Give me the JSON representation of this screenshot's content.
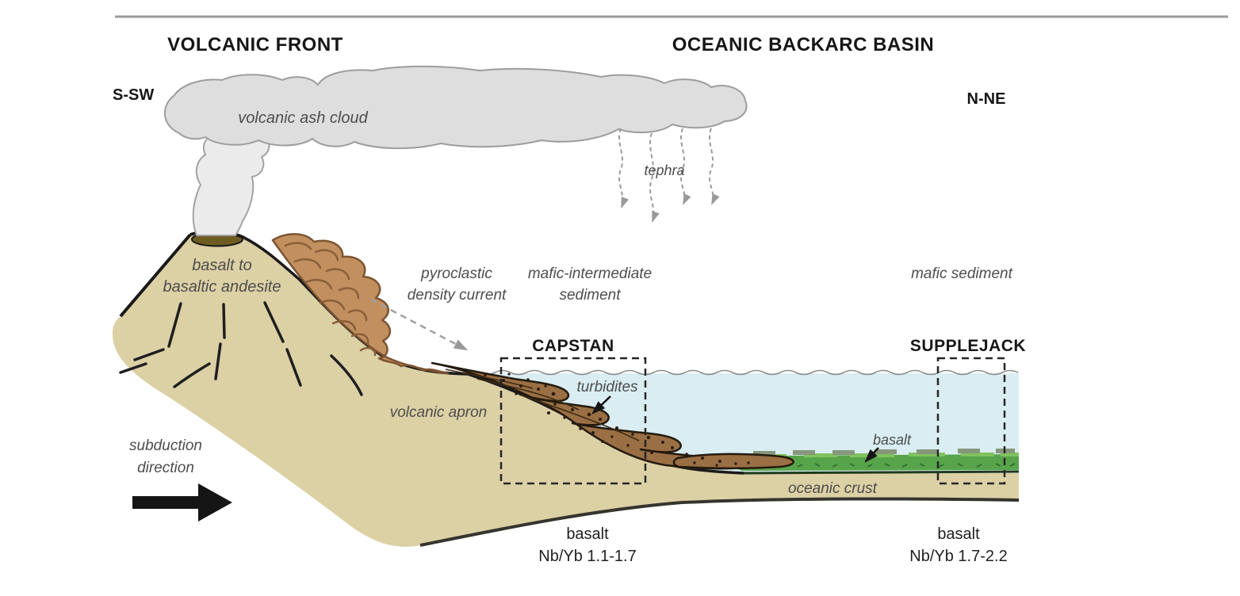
{
  "header": {
    "left_title": "VOLCANIC FRONT",
    "right_title": "OCEANIC BACKARC BASIN",
    "left_compass": "S-SW",
    "right_compass": "N-NE"
  },
  "atmosphere": {
    "ash_cloud_label": "volcanic ash cloud",
    "tephra_label": "tephra"
  },
  "volcano": {
    "composition_line1": "basalt to",
    "composition_line2": "basaltic andesite"
  },
  "labels": {
    "pyroclastic_line1": "pyroclastic",
    "pyroclastic_line2": "density current",
    "mafic_intermediate_line1": "mafic-intermediate",
    "mafic_intermediate_line2": "sediment",
    "mafic_sediment": "mafic sediment",
    "turbidites": "turbidites",
    "volcanic_apron": "volcanic apron",
    "subduction_line1": "subduction",
    "subduction_line2": "direction",
    "basalt_flow": "basalt",
    "oceanic_crust": "oceanic crust"
  },
  "sites": {
    "capstan": {
      "name": "CAPSTAN",
      "rock": "basalt",
      "ratio": "Nb/Yb 1.1-1.7"
    },
    "supplejack": {
      "name": "SUPPLEJACK",
      "rock": "basalt",
      "ratio": "Nb/Yb 1.7-2.2"
    }
  },
  "colors": {
    "land_tan": "#dcd0a5",
    "water_blue": "#d9edf2",
    "basalt_green": "#57a44b",
    "basalt_green_light": "#80c25f",
    "turbidite_brown": "#9a6f44",
    "apron_brown": "#c2905f",
    "crater_olive": "#6d5b21",
    "cloud_gray": "#dedede",
    "plume_gray": "#ebebeb",
    "top_rule_gray": "#9b9b9b",
    "label_gray": "#4d4d4d",
    "ink_black": "#1a1a1a"
  }
}
